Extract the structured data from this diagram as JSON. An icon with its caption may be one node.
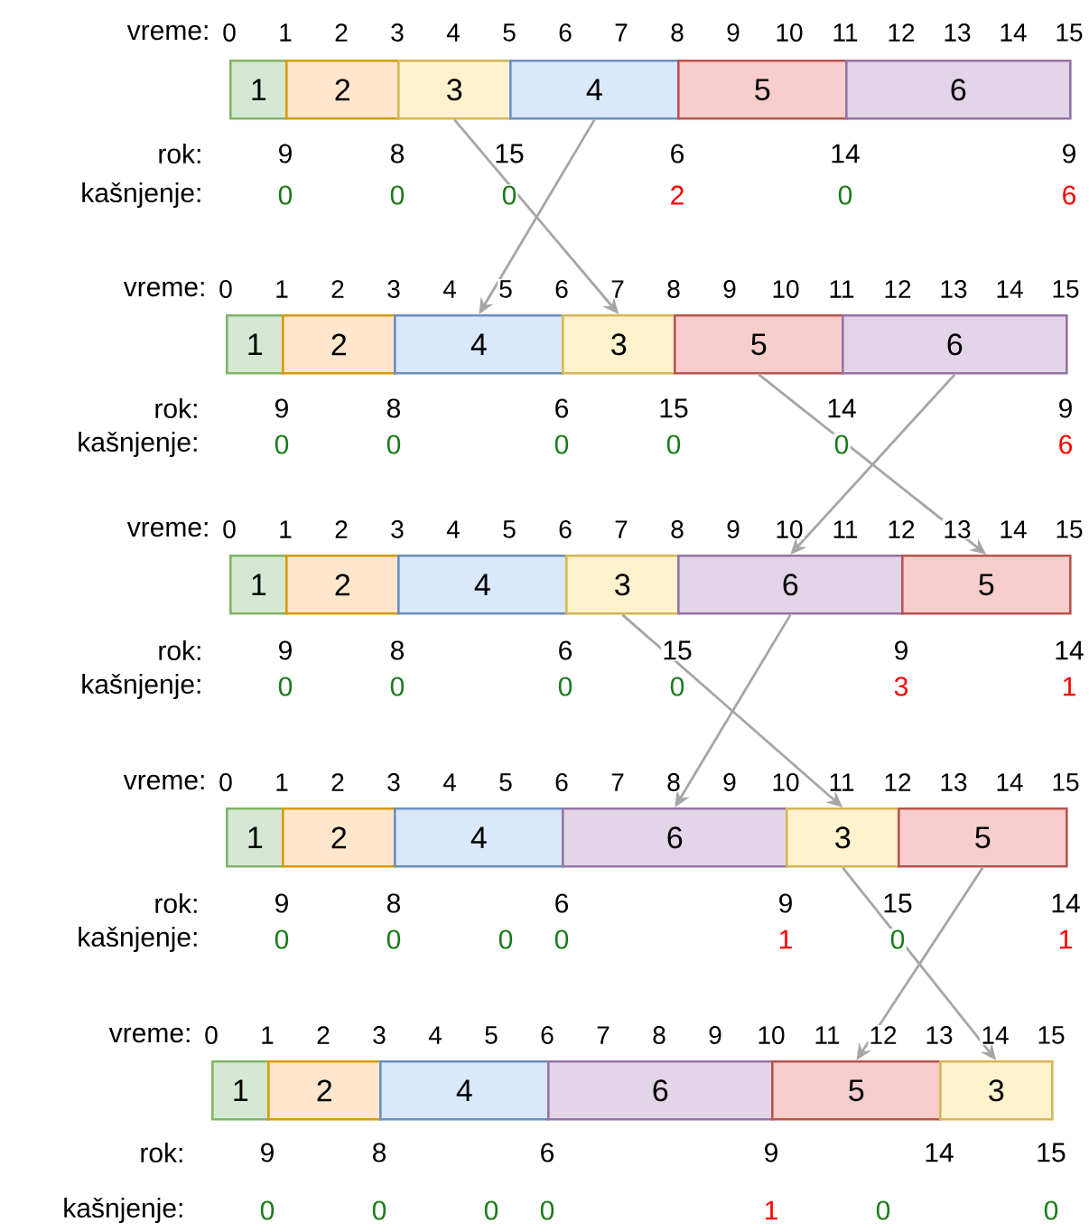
{
  "diagram": {
    "nodes": [
      {
        "text": [
          "1"
        ]
      },
      {
        "text": [
          "2"
        ]
      },
      {
        "text": [
          "3"
        ]
      },
      {
        "text": [
          "4"
        ]
      },
      {
        "text": [
          "5"
        ]
      },
      {
        "text": [
          "6"
        ]
      },
      {
        "text": [
          "1"
        ]
      },
      {
        "text": [
          "2"
        ]
      },
      {
        "text": [
          "4"
        ]
      },
      {
        "text": [
          "3"
        ]
      },
      {
        "text": [
          "5"
        ]
      },
      {
        "text": [
          "6"
        ]
      },
      {
        "text": [
          "1"
        ]
      },
      {
        "text": [
          "2"
        ]
      },
      {
        "text": [
          "4"
        ]
      },
      {
        "text": [
          "3"
        ]
      },
      {
        "text": [
          "6"
        ]
      },
      {
        "text": [
          "5"
        ]
      },
      {
        "text": [
          "1"
        ]
      },
      {
        "text": [
          "2"
        ]
      },
      {
        "text": [
          "4"
        ]
      },
      {
        "text": [
          "6"
        ]
      },
      {
        "text": [
          "3"
        ]
      },
      {
        "text": [
          "5"
        ]
      },
      {
        "text": [
          "1"
        ]
      },
      {
        "text": [
          "2"
        ]
      },
      {
        "text": [
          "4"
        ]
      },
      {
        "text": [
          "6"
        ]
      },
      {
        "text": [
          "5"
        ]
      },
      {
        "text": [
          "3"
        ]
      }
    ],
    "edges": [
      {
        "from": 2,
        "to": 9,
        "arrow": "to"
      },
      {
        "from": 3,
        "to": 8,
        "arrow": "to"
      },
      {
        "from": 10,
        "to": 17,
        "arrow": "to"
      },
      {
        "from": 11,
        "to": 16,
        "arrow": "to"
      },
      {
        "from": 15,
        "to": 22,
        "arrow": "to"
      },
      {
        "from": 16,
        "to": 21,
        "arrow": "to"
      },
      {
        "from": 22,
        "to": 29,
        "arrow": "to"
      },
      {
        "from": 23,
        "to": 28,
        "arrow": "to"
      }
    ],
    "labels": [
      "vreme:",
      "0",
      "1",
      "2",
      "3",
      "4",
      "5",
      "6",
      "7",
      "8",
      "9",
      "10",
      "11",
      "12",
      "13",
      "14",
      "15",
      "rok:",
      "9",
      "8",
      "15",
      "6",
      "14",
      "9",
      "kašnjenje:",
      "0",
      "0",
      "0",
      "2",
      "0",
      "6",
      "vreme:",
      "0",
      "1",
      "2",
      "3",
      "4",
      "5",
      "6",
      "7",
      "8",
      "9",
      "10",
      "11",
      "12",
      "13",
      "14",
      "15",
      "rok:",
      "9",
      "8",
      "6",
      "15",
      "14",
      "9",
      "kašnjenje:",
      "0",
      "0",
      "0",
      "0",
      "0",
      "6",
      "vreme:",
      "0",
      "1",
      "2",
      "3",
      "4",
      "5",
      "6",
      "7",
      "8",
      "9",
      "10",
      "11",
      "12",
      "13",
      "14",
      "15",
      "rok:",
      "9",
      "8",
      "6",
      "15",
      "9",
      "14",
      "kašnjenje:",
      "0",
      "0",
      "0",
      "0",
      "3",
      "1",
      "vreme:",
      "0",
      "1",
      "2",
      "3",
      "4",
      "5",
      "6",
      "7",
      "8",
      "9",
      "10",
      "11",
      "12",
      "13",
      "14",
      "15",
      "rok:",
      "9",
      "8",
      "6",
      "9",
      "15",
      "14",
      "kašnjenje:",
      "0",
      "0",
      "0",
      "0",
      "1",
      "0",
      "1",
      "vreme:",
      "0",
      "1",
      "2",
      "3",
      "4",
      "5",
      "6",
      "7",
      "8",
      "9",
      "10",
      "11",
      "12",
      "13",
      "14",
      "15",
      "rok:",
      "9",
      "8",
      "6",
      "9",
      "14",
      "15",
      "kašnjenje:",
      "0",
      "0",
      "0",
      "0",
      "1",
      "0",
      "0"
    ]
  }
}
